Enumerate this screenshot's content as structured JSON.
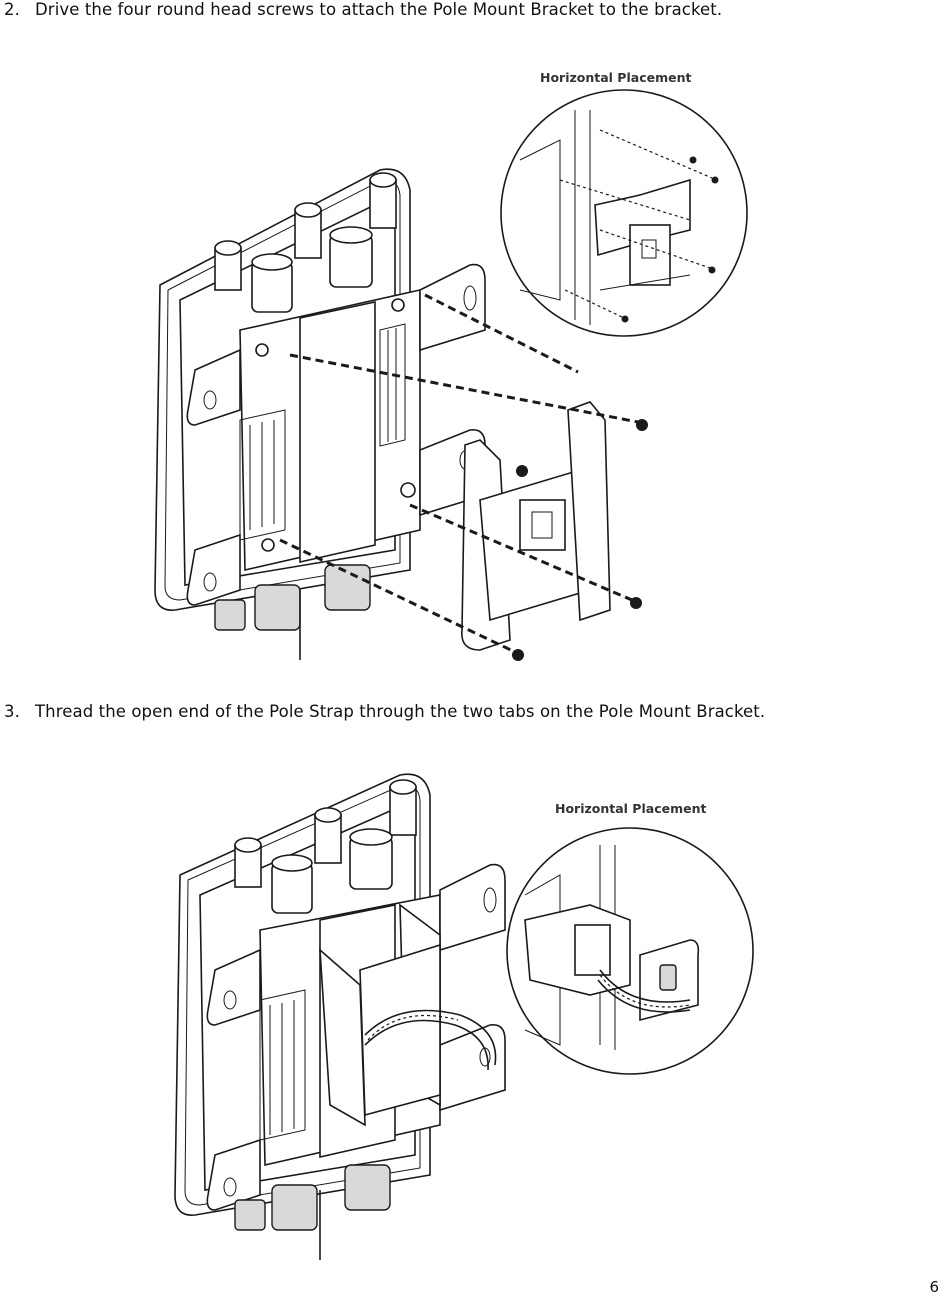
{
  "steps": [
    {
      "number": "2.",
      "text": "Drive the four round head screws to attach the Pole Mount Bracket to the bracket."
    },
    {
      "number": "3.",
      "text": "Thread the open end of the Pole Strap through the two tabs on the Pole Mount Bracket."
    }
  ],
  "figures": [
    {
      "inset_caption": "Horizontal Placement"
    },
    {
      "inset_caption": "Horizontal Placement"
    }
  ],
  "page_number": "6"
}
